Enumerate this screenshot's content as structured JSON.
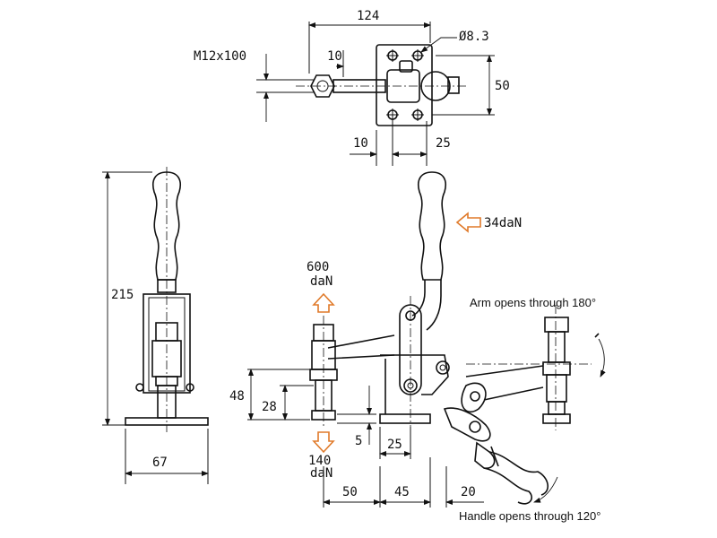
{
  "dimensions": {
    "top_width": "124",
    "hole_dia": "Ø8.3",
    "thread": "M12x100",
    "spindle_offset": "10",
    "base_height": "50",
    "base_left": "10",
    "base_right": "25",
    "overall_height": "215",
    "base_width": "67",
    "height_48": "48",
    "height_28": "28",
    "gap_5": "5",
    "mid_25": "25",
    "bottom_50": "50",
    "bottom_45": "45",
    "bottom_20": "20"
  },
  "forces": {
    "holding_value": "600",
    "holding_unit": "daN",
    "clamping_value": "140",
    "clamping_unit": "daN",
    "handle_force": "34daN",
    "arrow_color": "#e07a2a"
  },
  "notes": {
    "arm_opening": "Arm opens through 180°",
    "handle_opening": "Handle opens through 120°"
  }
}
